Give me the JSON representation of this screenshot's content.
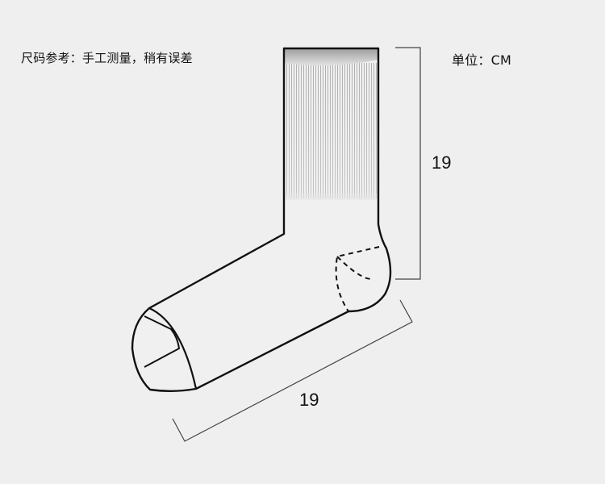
{
  "size_note": "尺码参考：手工测量，稍有误差",
  "unit": "单位：CM",
  "dimensions": {
    "height": "19",
    "foot_length": "19"
  },
  "colors": {
    "background": "#efefef",
    "outline": "#111111",
    "cuff_rib": "#b4b4b4",
    "guide_line": "#444444"
  }
}
